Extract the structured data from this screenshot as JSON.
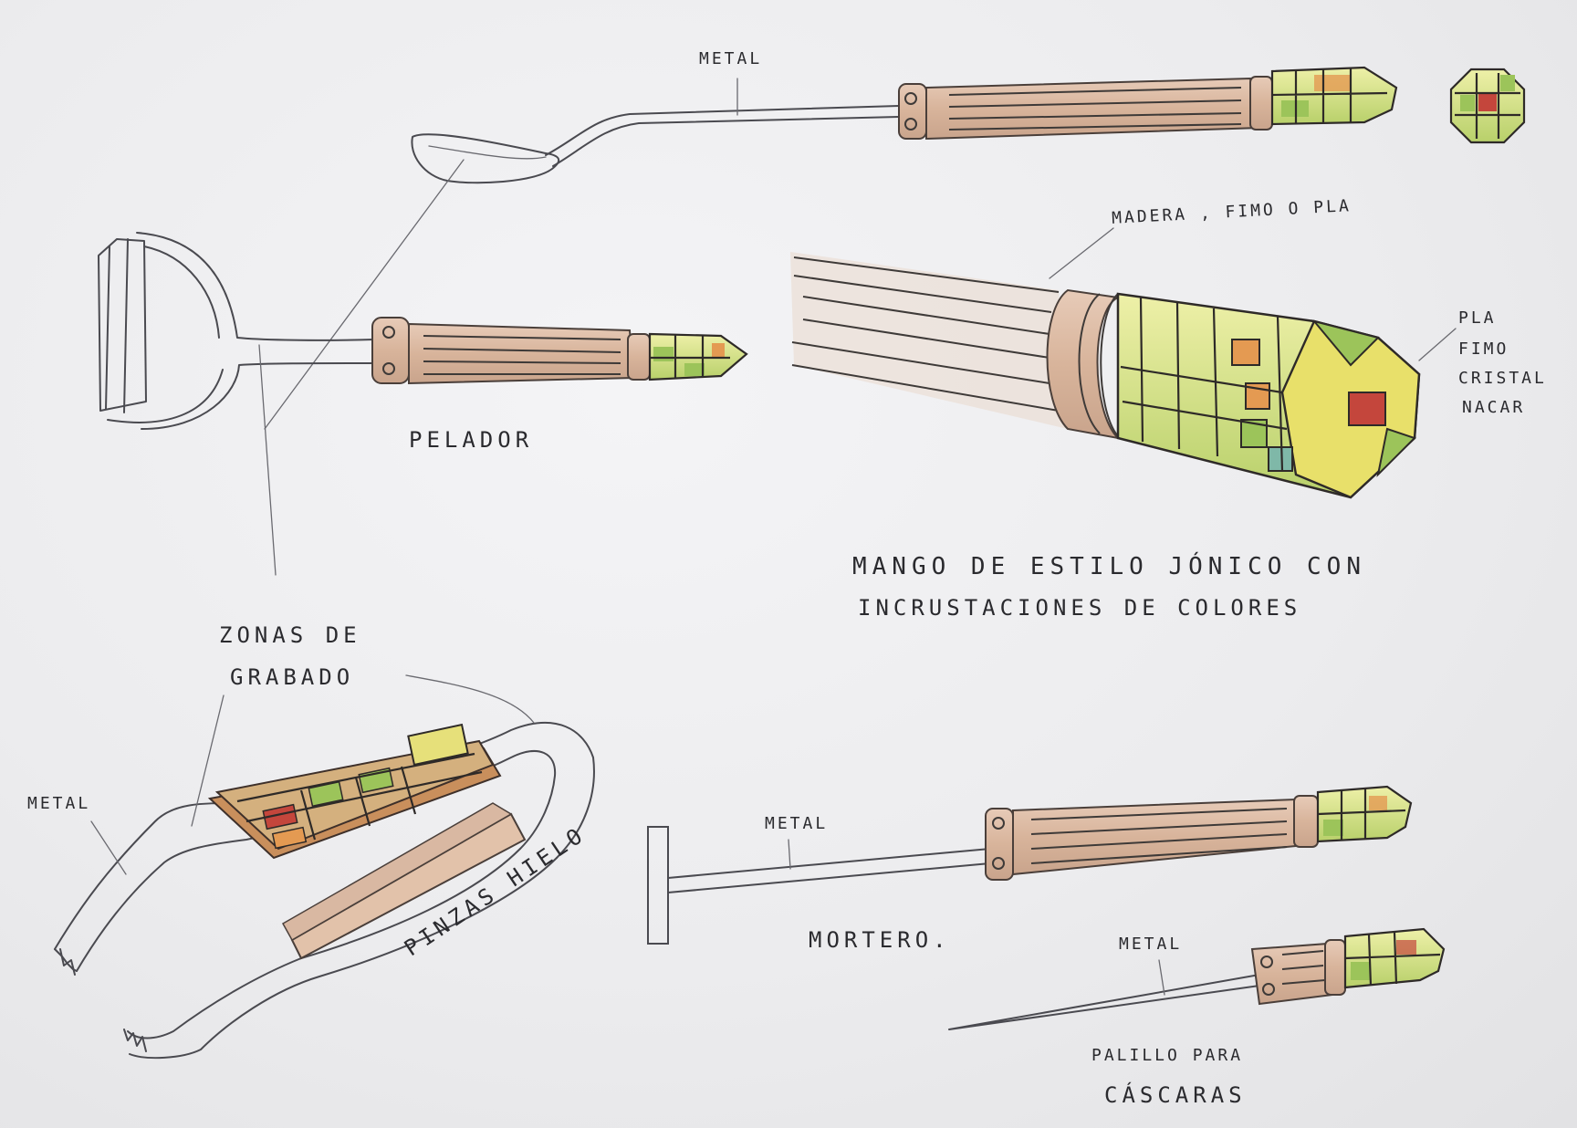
{
  "labels": {
    "spoon_metal": "METAL",
    "materials_handle": "MADERA , FIMO O PLA",
    "materials_tip_1": "PLA",
    "materials_tip_2": "FIMO",
    "materials_tip_3": "CRISTAL",
    "materials_tip_4": "NACAR",
    "peeler": "PELADOR",
    "handle_title_1": "MANGO DE ESTILO JÓNICO CON",
    "handle_title_2": "INCRUSTACIONES DE COLORES",
    "engraving_1": "ZONAS DE",
    "engraving_2": "GRABADO",
    "tongs_metal": "METAL",
    "ice_tongs": "PINZAS HIELO",
    "mortar_metal": "METAL",
    "mortar": "MORTERO.",
    "pick_metal": "METAL",
    "pick_1": "PALILLO PARA",
    "pick_2": "CÁSCARAS"
  },
  "colors": {
    "wood": "#d9b8a2",
    "glass_yellow": "#e6e07a",
    "glass_green": "#9cc45a",
    "glass_red": "#c4463c",
    "glass_orange": "#e49a52",
    "glass_teal": "#7fb8a8"
  }
}
